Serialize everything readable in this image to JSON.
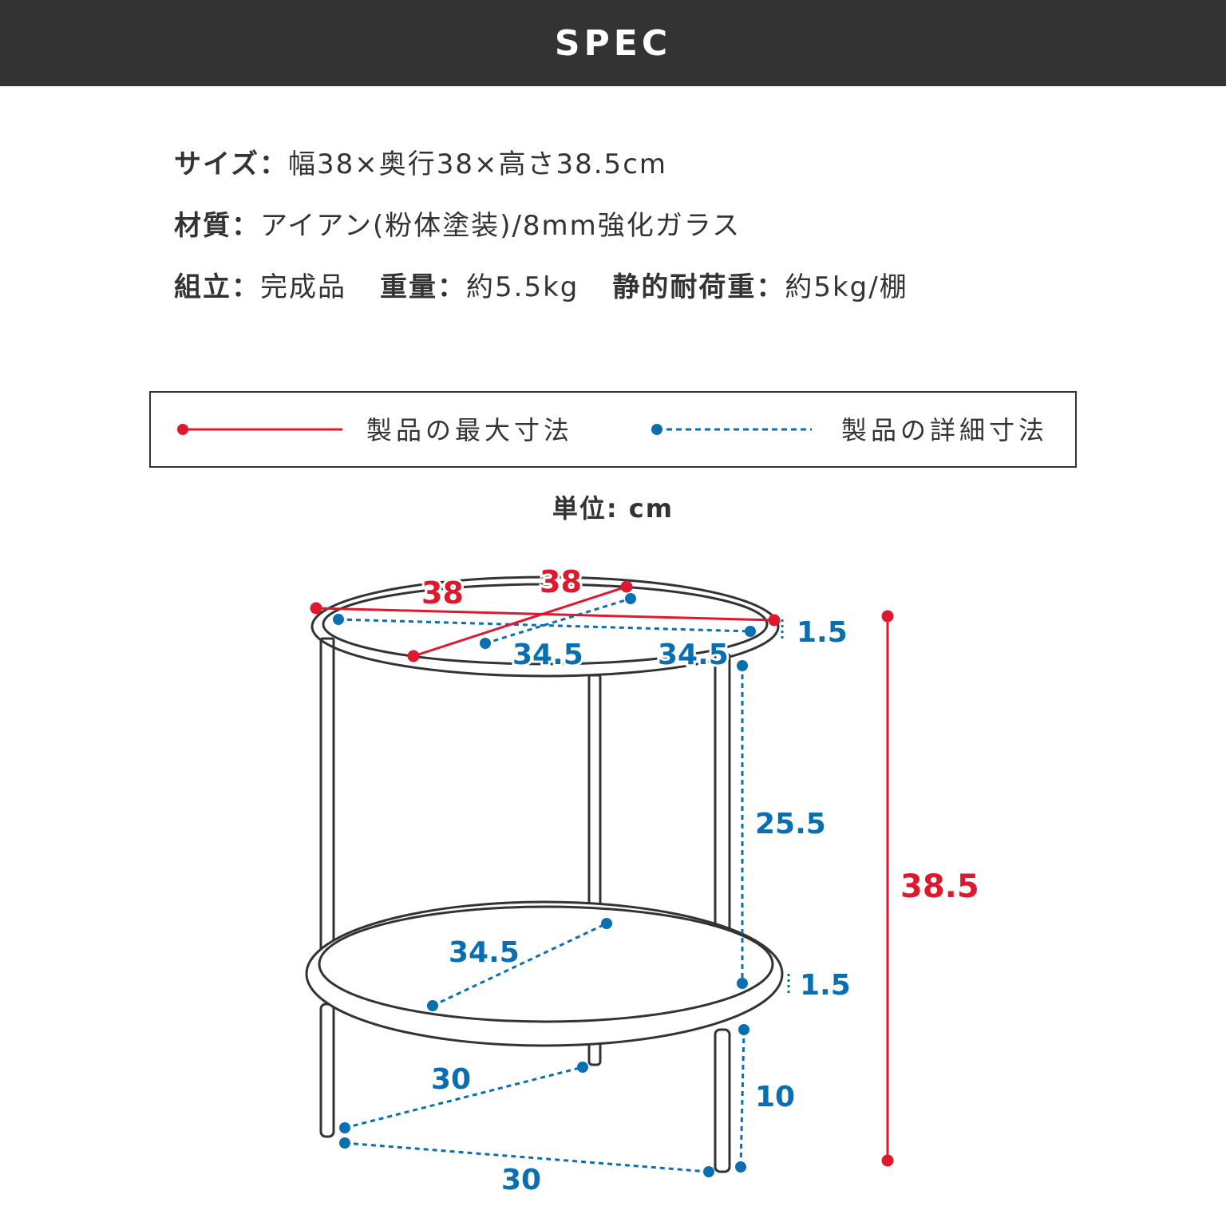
{
  "header": {
    "title": "SPEC"
  },
  "spec": {
    "size_label": "サイズ",
    "size_value": "幅38×奥行38×高さ38.5cm",
    "material_label": "材質",
    "material_value": "アイアン(粉体塗装)/8mm強化ガラス",
    "assembly_label": "組立",
    "assembly_value": "完成品",
    "weight_label": "重量",
    "weight_value": "約5.5kg",
    "load_label": "静的耐荷重",
    "load_value": "約5kg/棚",
    "separator": "："
  },
  "legend": {
    "max_label": "製品の最大寸法",
    "detail_label": "製品の詳細寸法",
    "max_color": "#e0182d",
    "detail_color": "#0a6fb0"
  },
  "unit": "単位: cm",
  "dimensions": {
    "top_width": "38",
    "top_depth": "38",
    "top_inner_width": "34.5",
    "top_inner_depth": "34.5",
    "top_thickness": "1.5",
    "shelf_gap": "25.5",
    "total_height": "38.5",
    "bottom_inner": "34.5",
    "bottom_thickness": "1.5",
    "leg_height": "10",
    "leg_span_a": "30",
    "leg_span_b": "30"
  }
}
